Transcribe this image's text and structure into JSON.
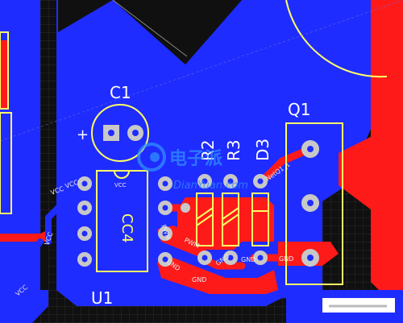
{
  "colors": {
    "background": "#101010",
    "grid": "#2a2a2a",
    "bottom_copper": "#1f2cff",
    "top_copper": "#ff1a1a",
    "silkscreen": "#ffff66",
    "pad": "#c8c8c8",
    "pad_hole": "#1f2cff",
    "net_label": "#e8e8e8",
    "watermark": "#2f8fff"
  },
  "components": {
    "c1": {
      "designator": "C1",
      "polarity_mark": "+"
    },
    "u1": {
      "designator": "U1",
      "body_text": "CC4",
      "pin_net_vcc": "VCC"
    },
    "r2": {
      "designator": "R2"
    },
    "r3": {
      "designator": "R3"
    },
    "d3": {
      "designator": "D3"
    },
    "q1": {
      "designator": "Q1"
    }
  },
  "nets": {
    "vcc_left_1": "VCC",
    "vcc_left_2": "VCC",
    "vcc_left_3": "VCC",
    "vcc_bottom": "VCC",
    "pwm_1": "PWM",
    "pwm_2": "PWM",
    "gnd_1": "GND",
    "gnd_2": "GND",
    "gnd_3": "GND",
    "gnd_4": "GND",
    "gnd_5": "GND",
    "netq1": "NetQ1_1"
  },
  "watermark": {
    "brand": "电子派",
    "url": "DianYuan.com"
  }
}
